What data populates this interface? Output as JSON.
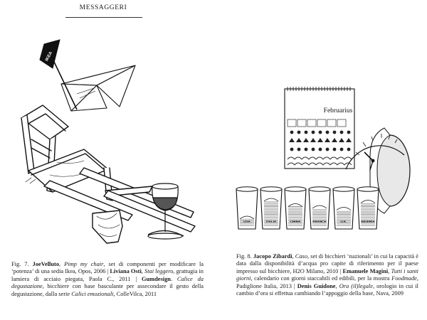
{
  "header": {
    "running_title": "MESSAGGERI"
  },
  "figure_left": {
    "flag_label": "IKEA",
    "caption": {
      "fig_number": "Fig. 7.",
      "author1": "JoeVelluto",
      "sep1": ", ",
      "title1": "Pimp my chair",
      "text1": ", set di componenti per modificare la ‘potenza’ di una sedia Ikea, Opos, 2006  |  ",
      "author2": "Liviana Osti",
      "sep2": ", ",
      "title2": "Stai leggero",
      "text2": ", grattugia in lamiera di acciaio piegata, Paola C., 2011  |  ",
      "author3": "Gumdesign",
      "sep3": ". ",
      "title3": "Calice da degustazione",
      "text3": ", bicchiere con base basculante per assecondare il gesto della degustazione, dalla serie ",
      "title4": "Calici emozionali",
      "text4": ", ColleVilca, 2011"
    }
  },
  "figure_right": {
    "calendar_label": "Februarius",
    "glass_labels": [
      "USA",
      "ITALIA",
      "CHINA",
      "FRANCE",
      "U.K.",
      "NIGERIA"
    ],
    "glass_fill_levels": [
      0.2,
      0.7,
      0.55,
      0.5,
      0.45,
      0.65
    ],
    "caption": {
      "fig_number": "Fig. 8.",
      "author1": "Jacopo Zibardi",
      "sep1": ", ",
      "title1": "Caso",
      "text1": ", set di bicchieri ‘nazionali’ in cui la capacità è data dalla disponibilità d’acqua pro capite di riferimento per il paese impresso sul bicchiere, H2O Milano, 2010  |  ",
      "author2": "Emanuele Magini",
      "sep2": ", ",
      "title2": "Tutti i santi giorni",
      "text2": ", calendario con giorni staccabili ed edibili, per la mostra ",
      "title3": "Foodmade",
      "text3": ", Padiglione Italia, 2013  |  ",
      "author3": "Denis Guidone",
      "sep3": ", ",
      "title4": "Ora (il)legale",
      "text4": ", orologio in cui il cambio d’ora si effettua cambiando l’appoggio della base, Nava, 2009"
    }
  }
}
